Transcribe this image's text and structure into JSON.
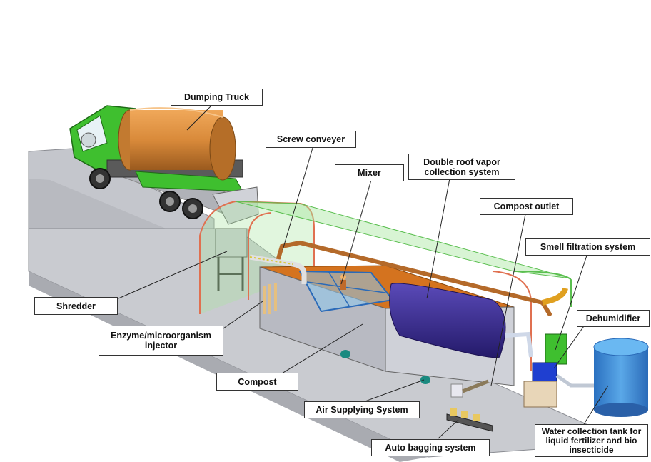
{
  "labels": {
    "dumping_truck": "Dumping Truck",
    "screw_conveyer": "Screw conveyer",
    "mixer": "Mixer",
    "double_roof": "Double roof vapor collection system",
    "compost_outlet": "Compost outlet",
    "smell_filtration": "Smell filtration system",
    "dehumidifier": "Dehumidifier",
    "shredder": "Shredder",
    "enzyme_injector": "Enzyme/microorganism injector",
    "compost": "Compost",
    "air_supplying": "Air Supplying System",
    "auto_bagging": "Auto bagging system",
    "water_tank": "Water collection tank for liquid fertilizer and bio insecticide"
  },
  "colors": {
    "truck_cab": "#3fbf2f",
    "tank": "#d98a3a",
    "ground": "#c4c6cc",
    "enclosure": "#a8e6a0",
    "pipe": "#b46a2a",
    "compost_bed": "#d4731f",
    "vapor_tank": "#3a2a8a",
    "water_tank": "#3a8ad4",
    "dehumidifier": "#1f3fd0"
  }
}
